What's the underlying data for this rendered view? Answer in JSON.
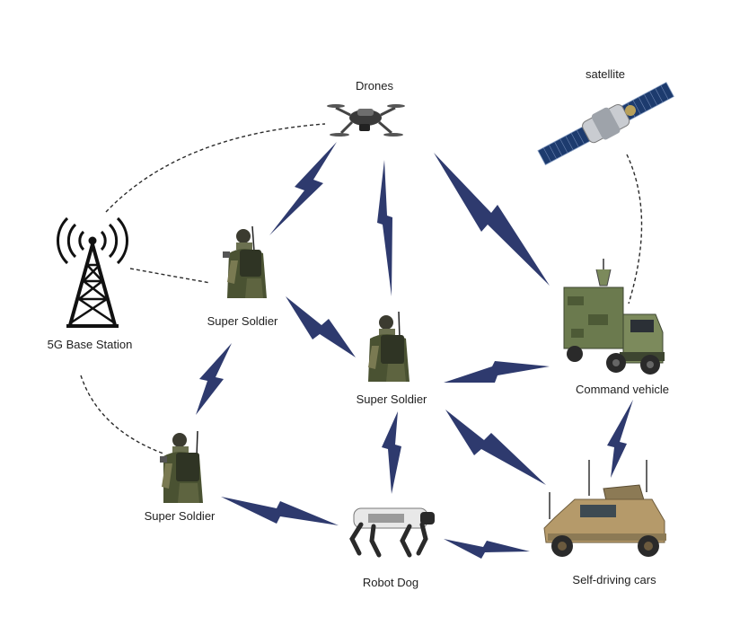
{
  "nodes": {
    "drones": {
      "label": "Drones",
      "icon": "drone-icon"
    },
    "satellite": {
      "label": "satellite",
      "icon": "satellite-icon"
    },
    "base_station": {
      "label": "5G Base Station",
      "icon": "cell-tower-icon"
    },
    "soldier_top": {
      "label": "Super Soldier",
      "icon": "soldier-icon"
    },
    "soldier_center": {
      "label": "Super Soldier",
      "icon": "soldier-icon"
    },
    "soldier_left": {
      "label": "Super Soldier",
      "icon": "soldier-icon"
    },
    "command_vehicle": {
      "label": "Command vehicle",
      "icon": "command-truck-icon"
    },
    "robot_dog": {
      "label": "Robot Dog",
      "icon": "robot-dog-icon"
    },
    "self_driving": {
      "label": "Self-driving cars",
      "icon": "armored-vehicle-icon"
    }
  },
  "colors": {
    "bolt": "#2e3a6e",
    "dashed": "#2b2b2b",
    "camo_dark": "#3f4a2c",
    "camo_light": "#7a7a52",
    "tan": "#b59a6a",
    "truck_green": "#6b7a4e",
    "robot_white": "#e8e8e8",
    "satellite_blue": "#1d3b6e"
  },
  "links": {
    "wireless": [
      "drones-soldier_top",
      "drones-soldier_center",
      "drones-command_vehicle",
      "soldier_top-soldier_center",
      "soldier_top-soldier_left",
      "soldier_center-command_vehicle",
      "soldier_center-robot_dog",
      "soldier_center-self_driving",
      "command_vehicle-self_driving",
      "soldier_left-robot_dog",
      "robot_dog-self_driving"
    ],
    "dashed": [
      "base_station-drones",
      "base_station-soldier_top",
      "base_station-soldier_left",
      "satellite-command_vehicle"
    ]
  }
}
